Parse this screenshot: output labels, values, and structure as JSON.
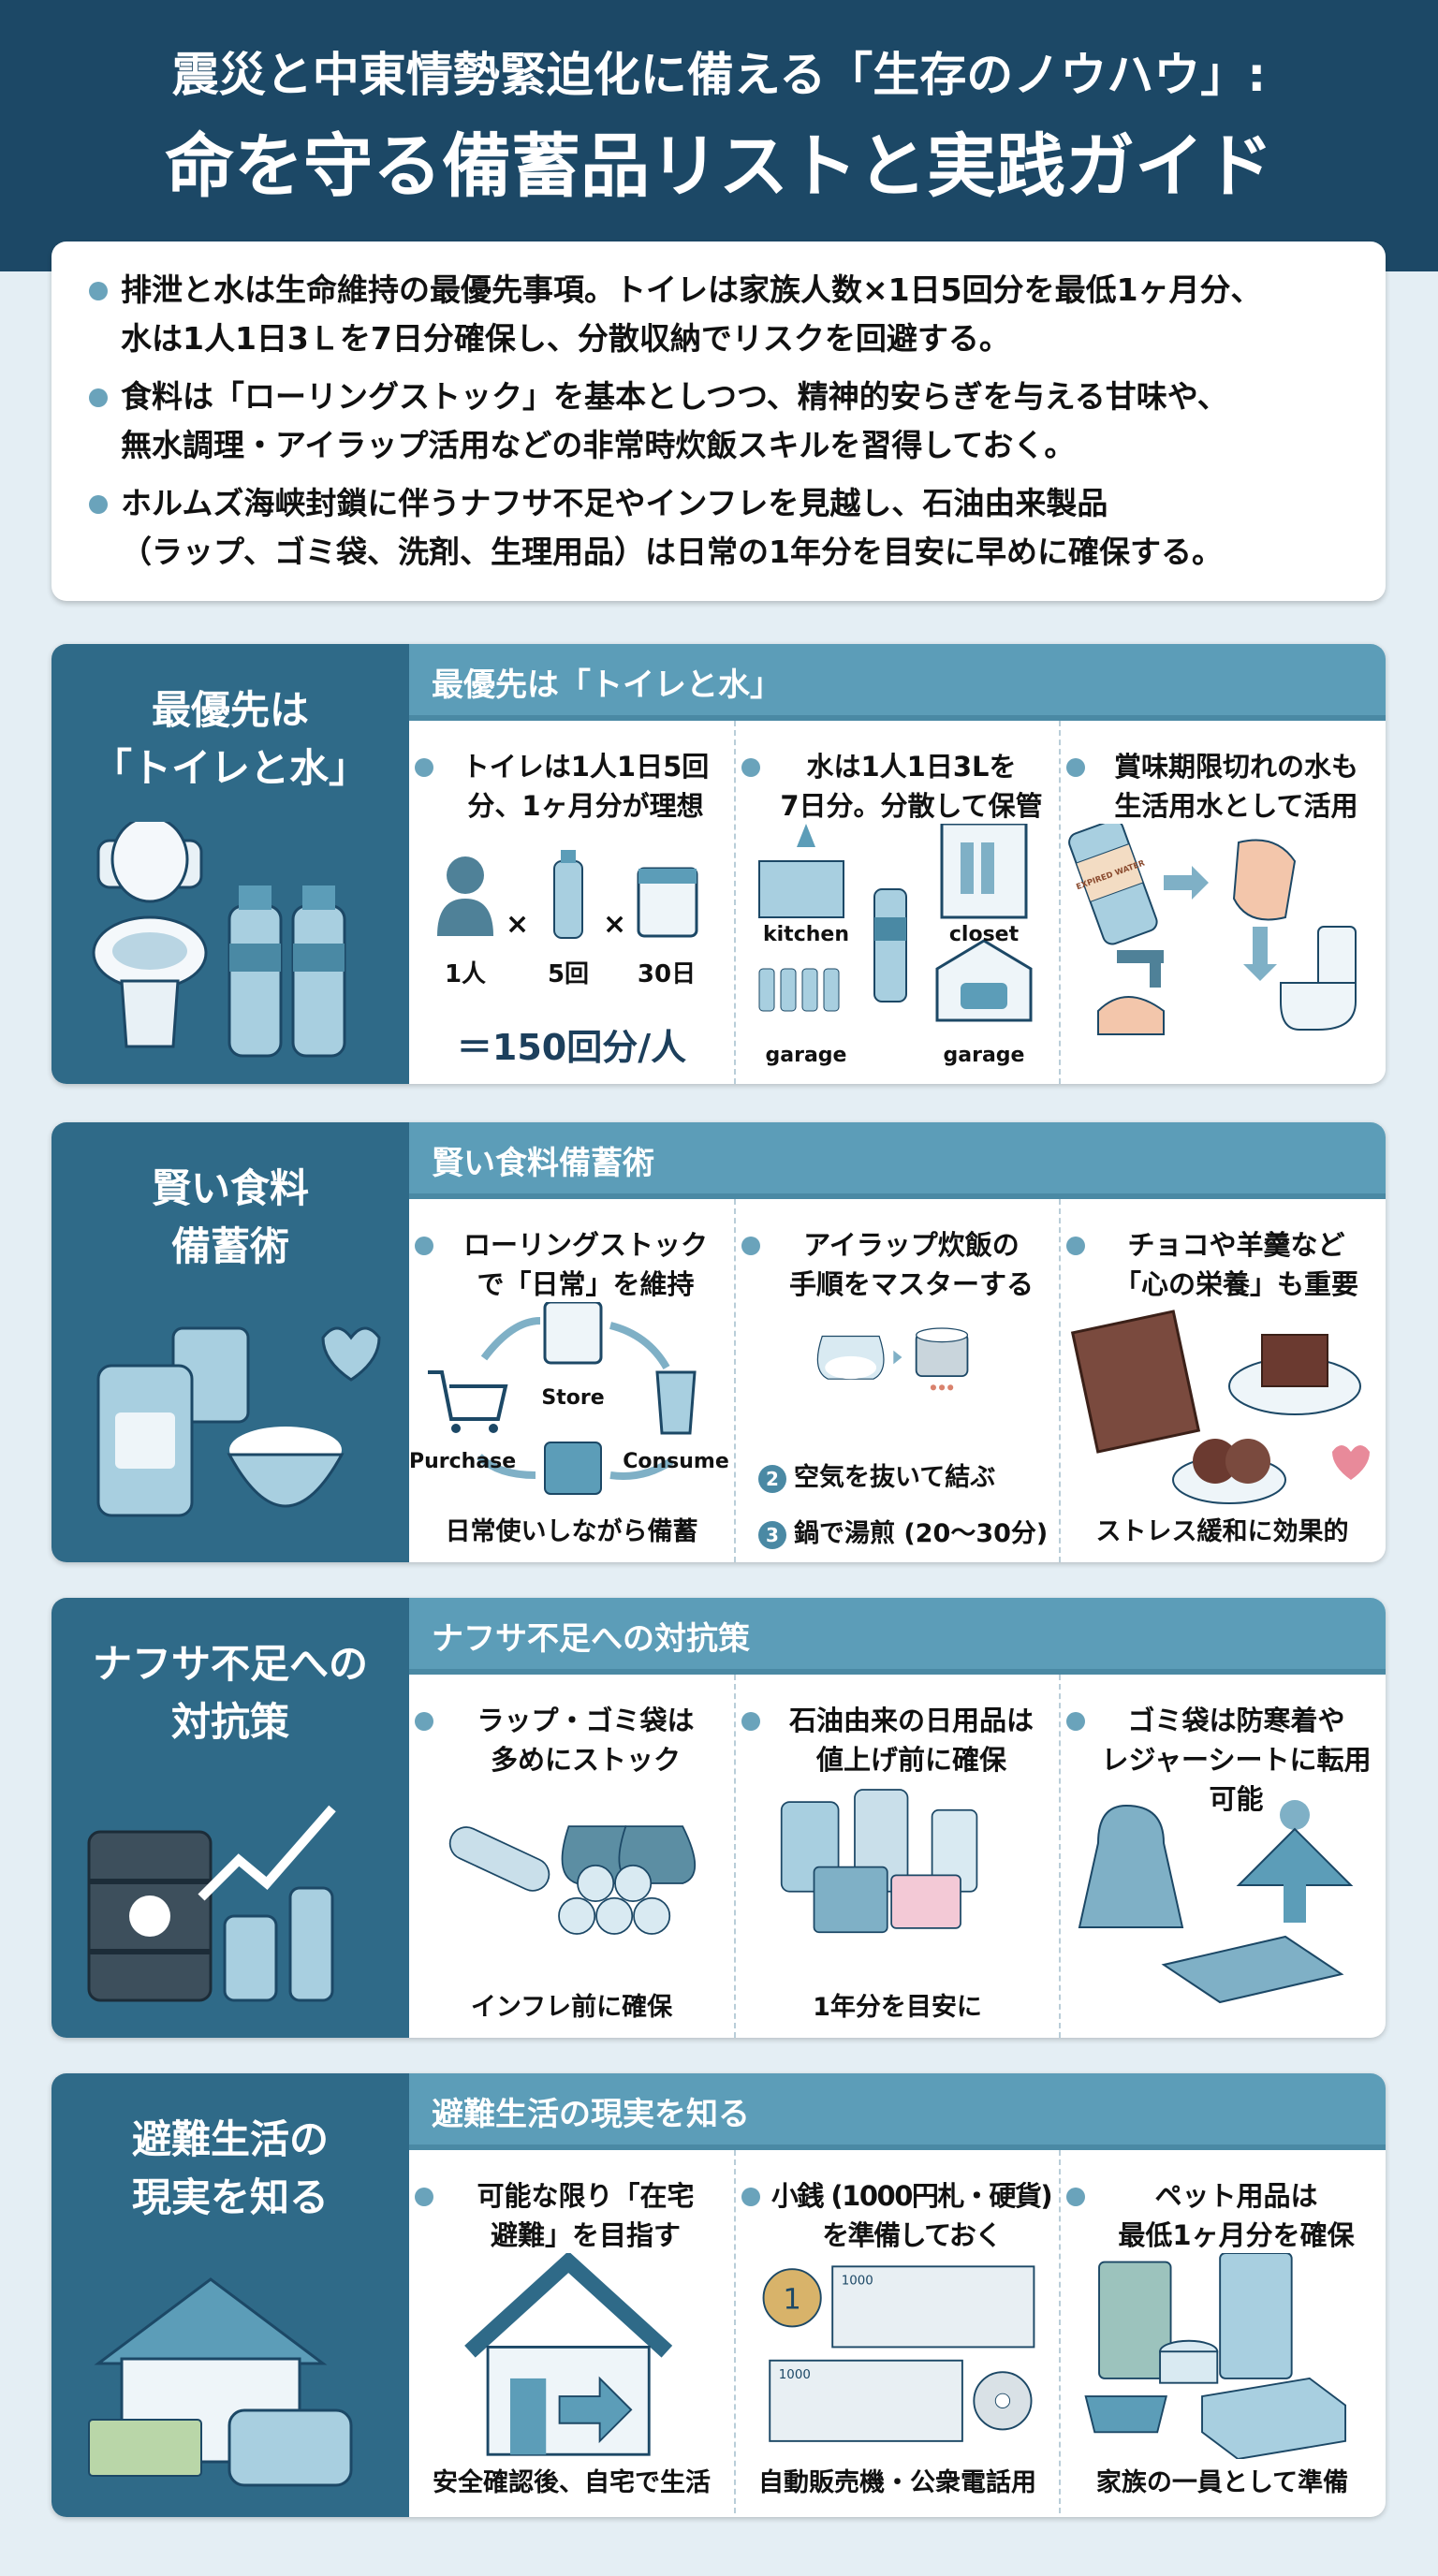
{
  "header": {
    "title_line1": "震災と中東情勢緊迫化に備える「生存のノウハウ」:",
    "title_line2": "命を守る備蓄品リストと実践ガイド"
  },
  "summary": {
    "items": [
      "排泄と水は生命維持の最優先事項。トイレは家族人数×1日5回分を最低1ヶ月分、\n水は1人1日3Ｌを7日分確保し、分散収納でリスクを回避する。",
      "食料は「ローリングストック」を基本としつつ、精神的安らぎを与える甘味や、\n無水調理・アイラップ活用などの非常時炊飯スキルを習得しておく。",
      "ホルムズ海峡封鎖に伴うナフサ不足やインフレを見越し、石油由来製品\n（ラップ、ゴミ袋、洗剤、生理用品）は日常の1年分を目安に早めに確保する。"
    ]
  },
  "colors": {
    "navy": "#1c4866",
    "panel": "#2f6a88",
    "bar": "#5c9db8",
    "background": "#e4eef4"
  },
  "sections": [
    {
      "side_title": "最優先は\n「トイレと水」",
      "bar_title": "最優先は「トイレと水」",
      "side_icons": [
        "toilet-icon",
        "water-bottle-icon"
      ],
      "columns": [
        {
          "heading": "トイレは1人1日5回\n分、1ヶ月分が理想",
          "labels": [
            "1人",
            "5回",
            "30日"
          ],
          "times": "×",
          "result": "＝150回分/人"
        },
        {
          "heading": "水は1人1日3Lを\n7日分。分散して保管",
          "labels": [
            "kitchen",
            "closet",
            "garage",
            "garage"
          ]
        },
        {
          "heading": "賞味期限切れの水も\n生活用水として活用",
          "bottle_label": "EXPIRED WATER"
        }
      ]
    },
    {
      "side_title": "賢い食料\n備蓄術",
      "bar_title": "賢い食料備蓄術",
      "side_icons": [
        "canned-food-icon",
        "rice-bowl-icon",
        "heart-icon"
      ],
      "columns": [
        {
          "heading": "ローリングストック\nで「日常」を維持",
          "labels": [
            "Store",
            "Purchase",
            "Consume"
          ],
          "caption": "日常使いしながら備蓄"
        },
        {
          "heading": "アイラップ炊飯の\n手順をマスターする",
          "steps": [
            {
              "n": "2",
              "text": "空気を抜いて結ぶ"
            },
            {
              "n": "3",
              "text": "鍋で湯煎 (20〜30分)"
            }
          ]
        },
        {
          "heading": "チョコや羊羹など\n「心の栄養」も重要",
          "caption": "ストレス緩和に効果的"
        }
      ]
    },
    {
      "side_title": "ナフサ不足への\n対抗策",
      "bar_title": "ナフサ不足への対抗策",
      "side_icons": [
        "oil-drum-icon",
        "rising-arrow-icon",
        "bottle-icon"
      ],
      "columns": [
        {
          "heading": "ラップ・ゴミ袋は\n多めにストック",
          "caption": "インフレ前に確保"
        },
        {
          "heading": "石油由来の日用品は\n値上げ前に確保",
          "caption": "1年分を目安に"
        },
        {
          "heading": "ゴミ袋は防寒着や\nレジャーシートに転用可能"
        }
      ]
    },
    {
      "side_title": "避難生活の\n現実を知る",
      "bar_title": "避難生活の現実を知る",
      "side_icons": [
        "house-icon",
        "cash-icon",
        "pet-carrier-icon"
      ],
      "columns": [
        {
          "heading": "可能な限り「在宅\n避難」を目指す",
          "caption": "安全確認後、自宅で生活"
        },
        {
          "heading": "小銭 (1000円札・硬貨)\nを準備しておく",
          "caption": "自動販売機・公衆電話用",
          "note_label": "1000",
          "coin_label": "1"
        },
        {
          "heading": "ペット用品は\n最低1ヶ月分を確保",
          "caption": "家族の一員として準備"
        }
      ]
    }
  ]
}
